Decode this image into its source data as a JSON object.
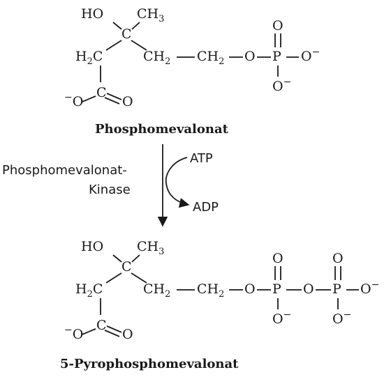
{
  "substrate": {
    "name": "Phosphomevalonat",
    "atoms": {
      "ho": "HO",
      "c_center": "C",
      "ch3_c": "CH",
      "ch3_n": "3",
      "h2c_h": "H",
      "h2c_n": "2",
      "h2c_c": "C",
      "c_carboxyl": "C",
      "o_minus": "O",
      "o_dbl": "O",
      "ch2a_c": "CH",
      "ch2a_n": "2",
      "ch2b_c": "CH",
      "ch2b_n": "2",
      "o_bridge": "O",
      "p": "P",
      "p_o_top": "O",
      "p_o_right": "O",
      "p_o_bottom": "O",
      "minus": "−"
    }
  },
  "reaction": {
    "enzyme_line1": "Phosphomevalonat-",
    "enzyme_line2": "Kinase",
    "cofactor_in": "ATP",
    "cofactor_out": "ADP"
  },
  "product": {
    "name": "5-Pyrophosphomevalonat",
    "atoms": {
      "ho": "HO",
      "c_center": "C",
      "ch3_c": "CH",
      "ch3_n": "3",
      "h2c_h": "H",
      "h2c_n": "2",
      "h2c_c": "C",
      "c_carboxyl": "C",
      "o_minus": "O",
      "o_dbl": "O",
      "ch2a_c": "CH",
      "ch2a_n": "2",
      "ch2b_c": "CH",
      "ch2b_n": "2",
      "o_bridge1": "O",
      "p1": "P",
      "p1_o_top": "O",
      "p1_o_bottom": "O",
      "o_bridge2": "O",
      "p2": "P",
      "p2_o_top": "O",
      "p2_o_right": "O",
      "p2_o_bottom": "O",
      "minus": "−"
    }
  }
}
